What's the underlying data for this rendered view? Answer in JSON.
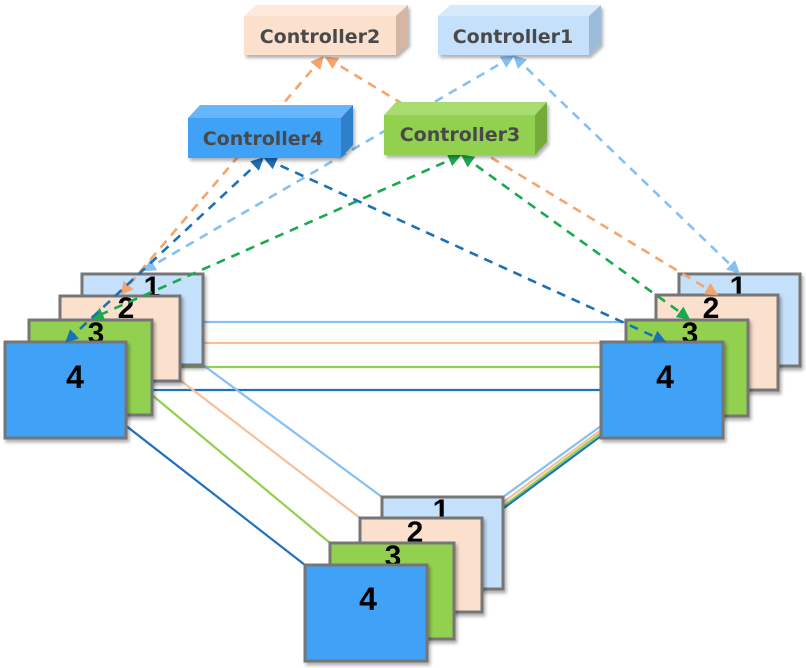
{
  "colors": {
    "layer1": "#c5e0fb",
    "layer2": "#fbe0cd",
    "layer3": "#92d050",
    "layer4": "#41a2f7",
    "layer_border": "#767676",
    "link1": "#85c0f5",
    "link2": "#f7bf97",
    "link3": "#92d050",
    "link4": "#1f72bd",
    "ctrl_link1": "#85c0f5",
    "ctrl_link2": "#f4a46c",
    "ctrl_link3": "#18aa4d",
    "ctrl_link4": "#1c70b8",
    "label_text": "#4a4a4a"
  },
  "controllers": [
    {
      "id": "controller1",
      "label": "Controller1",
      "front": "#c5e0fb",
      "top": "#d7eafd",
      "side": "#9dbcdc"
    },
    {
      "id": "controller2",
      "label": "Controller2",
      "front": "#fbe0cd",
      "top": "#fdeadd",
      "side": "#d4b6a2"
    },
    {
      "id": "controller3",
      "label": "Controller3",
      "front": "#92d050",
      "top": "#a8dc70",
      "side": "#74ab3b"
    },
    {
      "id": "controller4",
      "label": "Controller4",
      "front": "#41a2f7",
      "top": "#66b6fb",
      "side": "#2e80cc"
    }
  ],
  "nodes": [
    {
      "id": "node-left",
      "layers": [
        "1",
        "2",
        "3",
        "4"
      ]
    },
    {
      "id": "node-right",
      "layers": [
        "1",
        "2",
        "3",
        "4"
      ]
    },
    {
      "id": "node-bottom",
      "layers": [
        "1",
        "2",
        "3",
        "4"
      ]
    }
  ],
  "layer_links": [
    {
      "layer": "1",
      "pairs": [
        [
          "node-left",
          "node-right"
        ],
        [
          "node-left",
          "node-bottom"
        ],
        [
          "node-right",
          "node-bottom"
        ]
      ]
    },
    {
      "layer": "2",
      "pairs": [
        [
          "node-left",
          "node-right"
        ],
        [
          "node-left",
          "node-bottom"
        ],
        [
          "node-right",
          "node-bottom"
        ]
      ]
    },
    {
      "layer": "3",
      "pairs": [
        [
          "node-left",
          "node-right"
        ],
        [
          "node-left",
          "node-bottom"
        ],
        [
          "node-right",
          "node-bottom"
        ]
      ]
    },
    {
      "layer": "4",
      "pairs": [
        [
          "node-left",
          "node-right"
        ],
        [
          "node-left",
          "node-bottom"
        ],
        [
          "node-right",
          "node-bottom"
        ]
      ]
    }
  ],
  "control_links": [
    {
      "controller": "controller1",
      "targets": [
        "node-left layer 1",
        "node-right layer 1"
      ],
      "style": "dashed",
      "bidirectional": true
    },
    {
      "controller": "controller2",
      "targets": [
        "node-left layer 2",
        "node-right layer 2"
      ],
      "style": "dashed",
      "bidirectional": true
    },
    {
      "controller": "controller3",
      "targets": [
        "node-left layer 3",
        "node-right layer 3"
      ],
      "style": "dashed",
      "bidirectional": true
    },
    {
      "controller": "controller4",
      "targets": [
        "node-left layer 4",
        "node-right layer 4"
      ],
      "style": "dashed",
      "bidirectional": true
    }
  ]
}
